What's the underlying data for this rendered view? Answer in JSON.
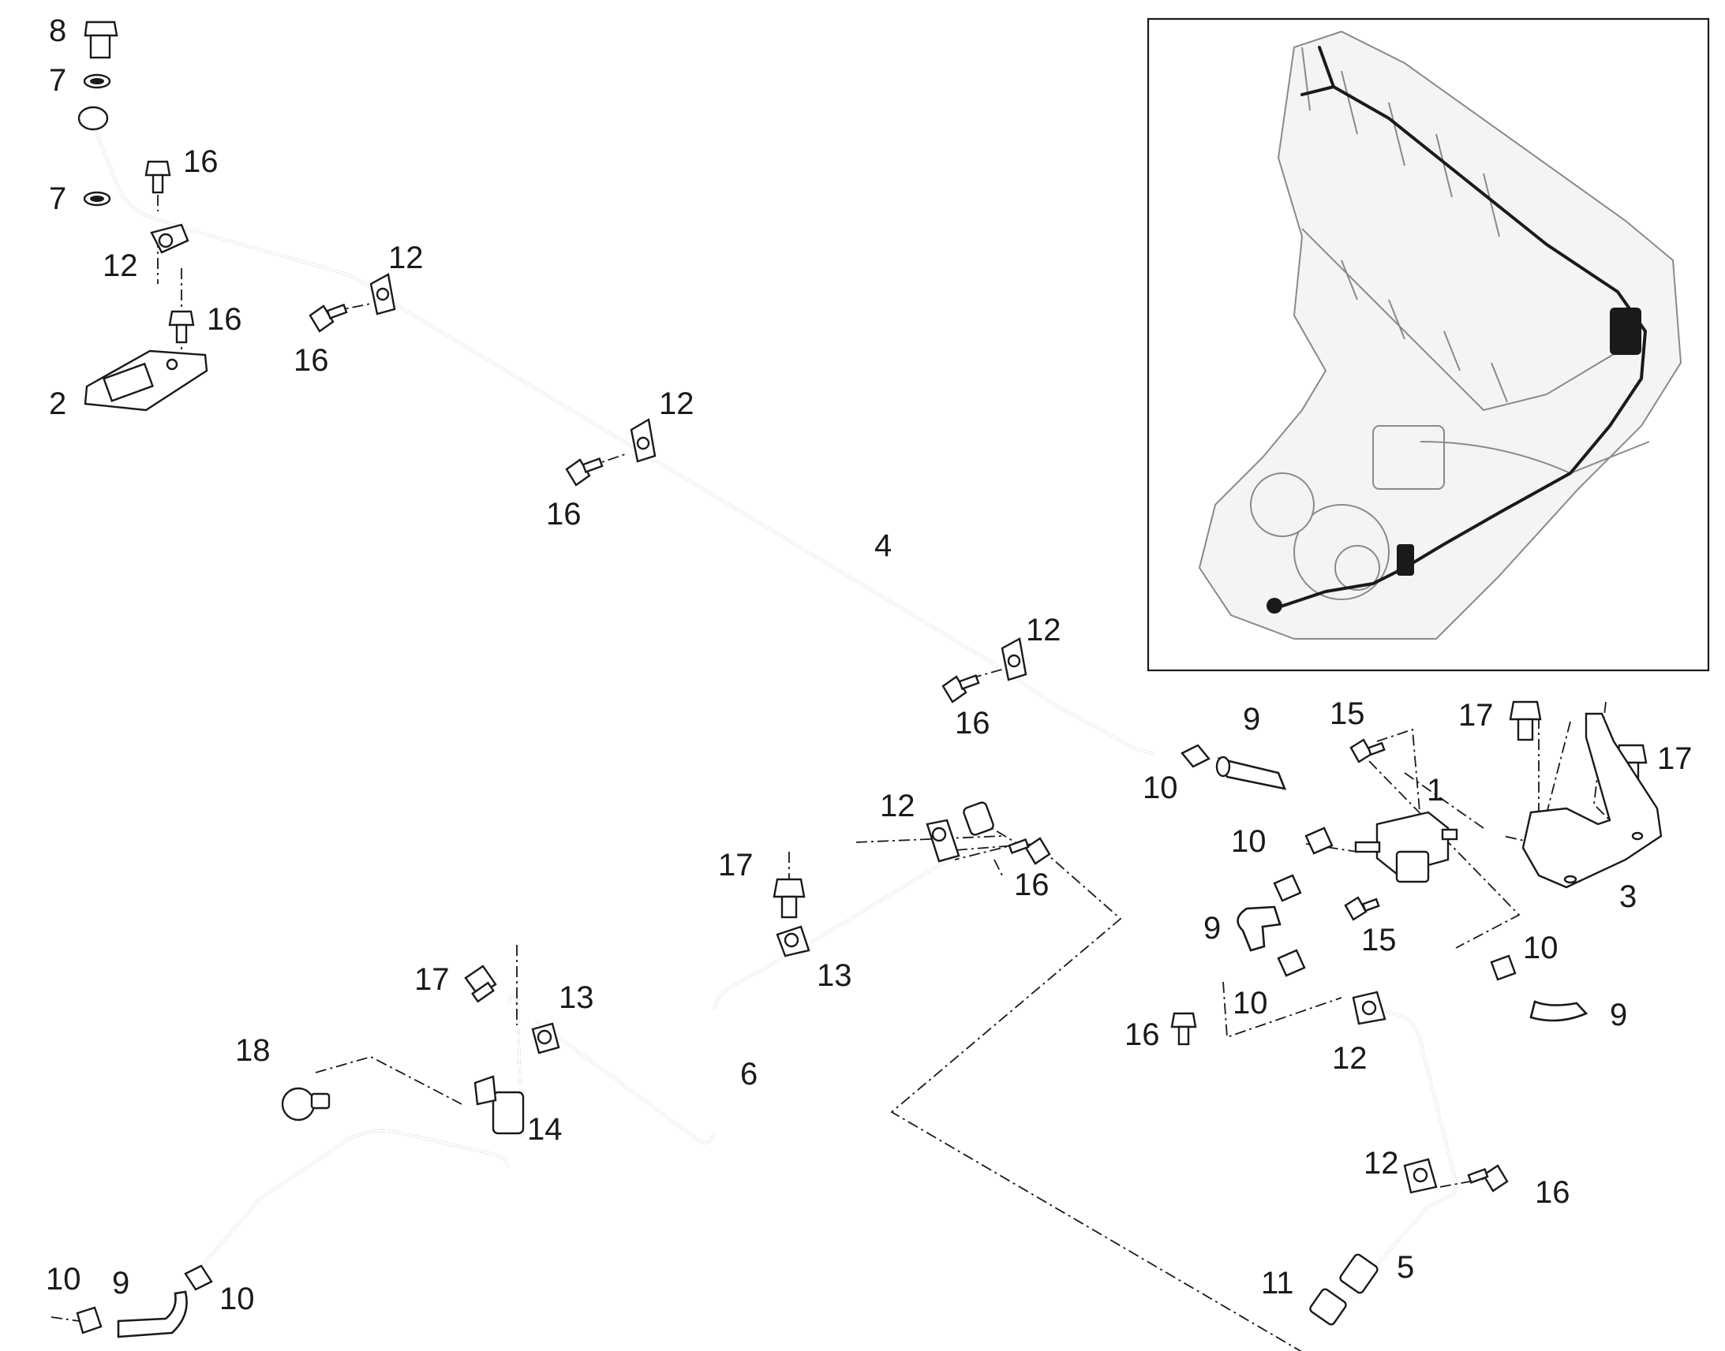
{
  "callouts": {
    "c1": "1",
    "c2": "2",
    "c3": "3",
    "c4": "4",
    "c5": "5",
    "c6": "6",
    "c7a": "7",
    "c7b": "7",
    "c8": "8",
    "c9a": "9",
    "c9b": "9",
    "c9c": "9",
    "c9d": "9",
    "c10a": "10",
    "c10b": "10",
    "c10c": "10",
    "c10d": "10",
    "c10e": "10",
    "c10f": "10",
    "c11": "11",
    "c12a": "12",
    "c12b": "12",
    "c12c": "12",
    "c12d": "12",
    "c12e": "12",
    "c12f": "12",
    "c12g": "12",
    "c13a": "13",
    "c13b": "13",
    "c14": "14",
    "c15a": "15",
    "c15b": "15",
    "c16a": "16",
    "c16b": "16",
    "c16c": "16",
    "c16d": "16",
    "c16e": "16",
    "c16f": "16",
    "c16g": "16",
    "c16h": "16",
    "c17a": "17",
    "c17b": "17",
    "c17c": "17",
    "c17d": "17",
    "c18": "18"
  }
}
